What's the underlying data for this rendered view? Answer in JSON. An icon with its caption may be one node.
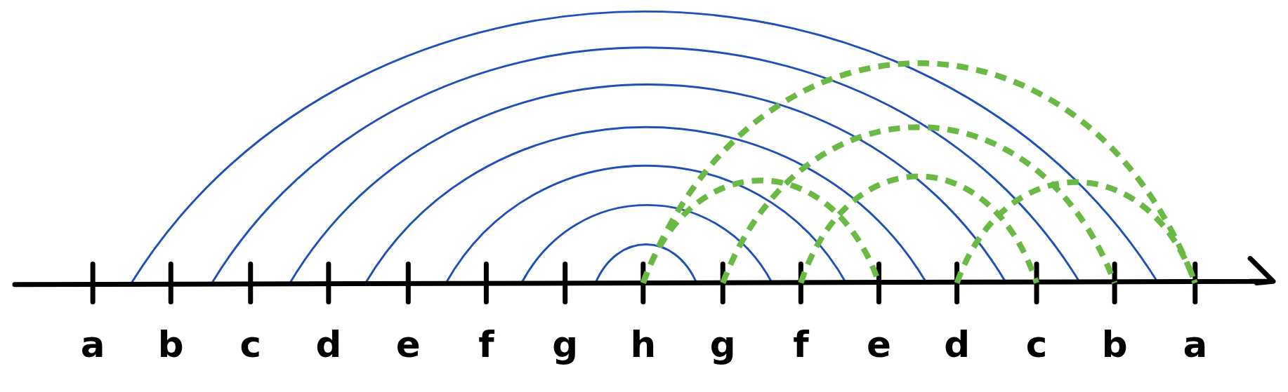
{
  "diagram": {
    "nodes": [
      {
        "text": [
          "a"
        ]
      },
      {
        "text": [
          "b"
        ]
      },
      {
        "text": [
          "c"
        ]
      },
      {
        "text": [
          "d"
        ]
      },
      {
        "text": [
          "e"
        ]
      },
      {
        "text": [
          "f"
        ]
      },
      {
        "text": [
          "g"
        ]
      },
      {
        "text": [
          "h"
        ]
      },
      {
        "text": [
          "g"
        ]
      },
      {
        "text": [
          "f"
        ]
      },
      {
        "text": [
          "e"
        ]
      },
      {
        "text": [
          "d"
        ]
      },
      {
        "text": [
          "c"
        ]
      },
      {
        "text": [
          "b"
        ]
      },
      {
        "text": [
          "a"
        ]
      }
    ],
    "edges": [
      {
        "from": 7,
        "to": 14,
        "arrow": "none",
        "style": "dashed"
      },
      {
        "from": 8,
        "to": 13,
        "arrow": "none",
        "style": "dashed"
      },
      {
        "from": 9,
        "to": 12,
        "arrow": "none",
        "style": "dashed"
      },
      {
        "from": 7,
        "to": 10,
        "arrow": "none",
        "style": "dashed"
      },
      {
        "from": 11,
        "to": 14,
        "arrow": "none",
        "style": "dashed"
      }
    ]
  }
}
